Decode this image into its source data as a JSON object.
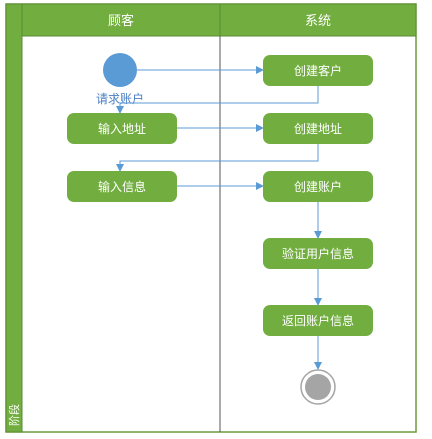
{
  "diagram": {
    "stage_label": "阶段",
    "lanes": {
      "customer": "顾客",
      "system": "系统"
    },
    "start_label": "请求账户",
    "nodes": {
      "create_customer": "创建客户",
      "input_address": "输入地址",
      "create_address": "创建地址",
      "input_info": "输入信息",
      "create_account": "创建账户",
      "verify_user_info": "验证用户信息",
      "return_account_info": "返回账户信息"
    },
    "colors": {
      "lane_header": "#72ae3f",
      "node_fill": "#72ae3f",
      "start_node": "#5b9bd5",
      "end_node": "#a5a5a5",
      "arrow": "#5b9bd5",
      "border": "#5a8a33"
    }
  }
}
